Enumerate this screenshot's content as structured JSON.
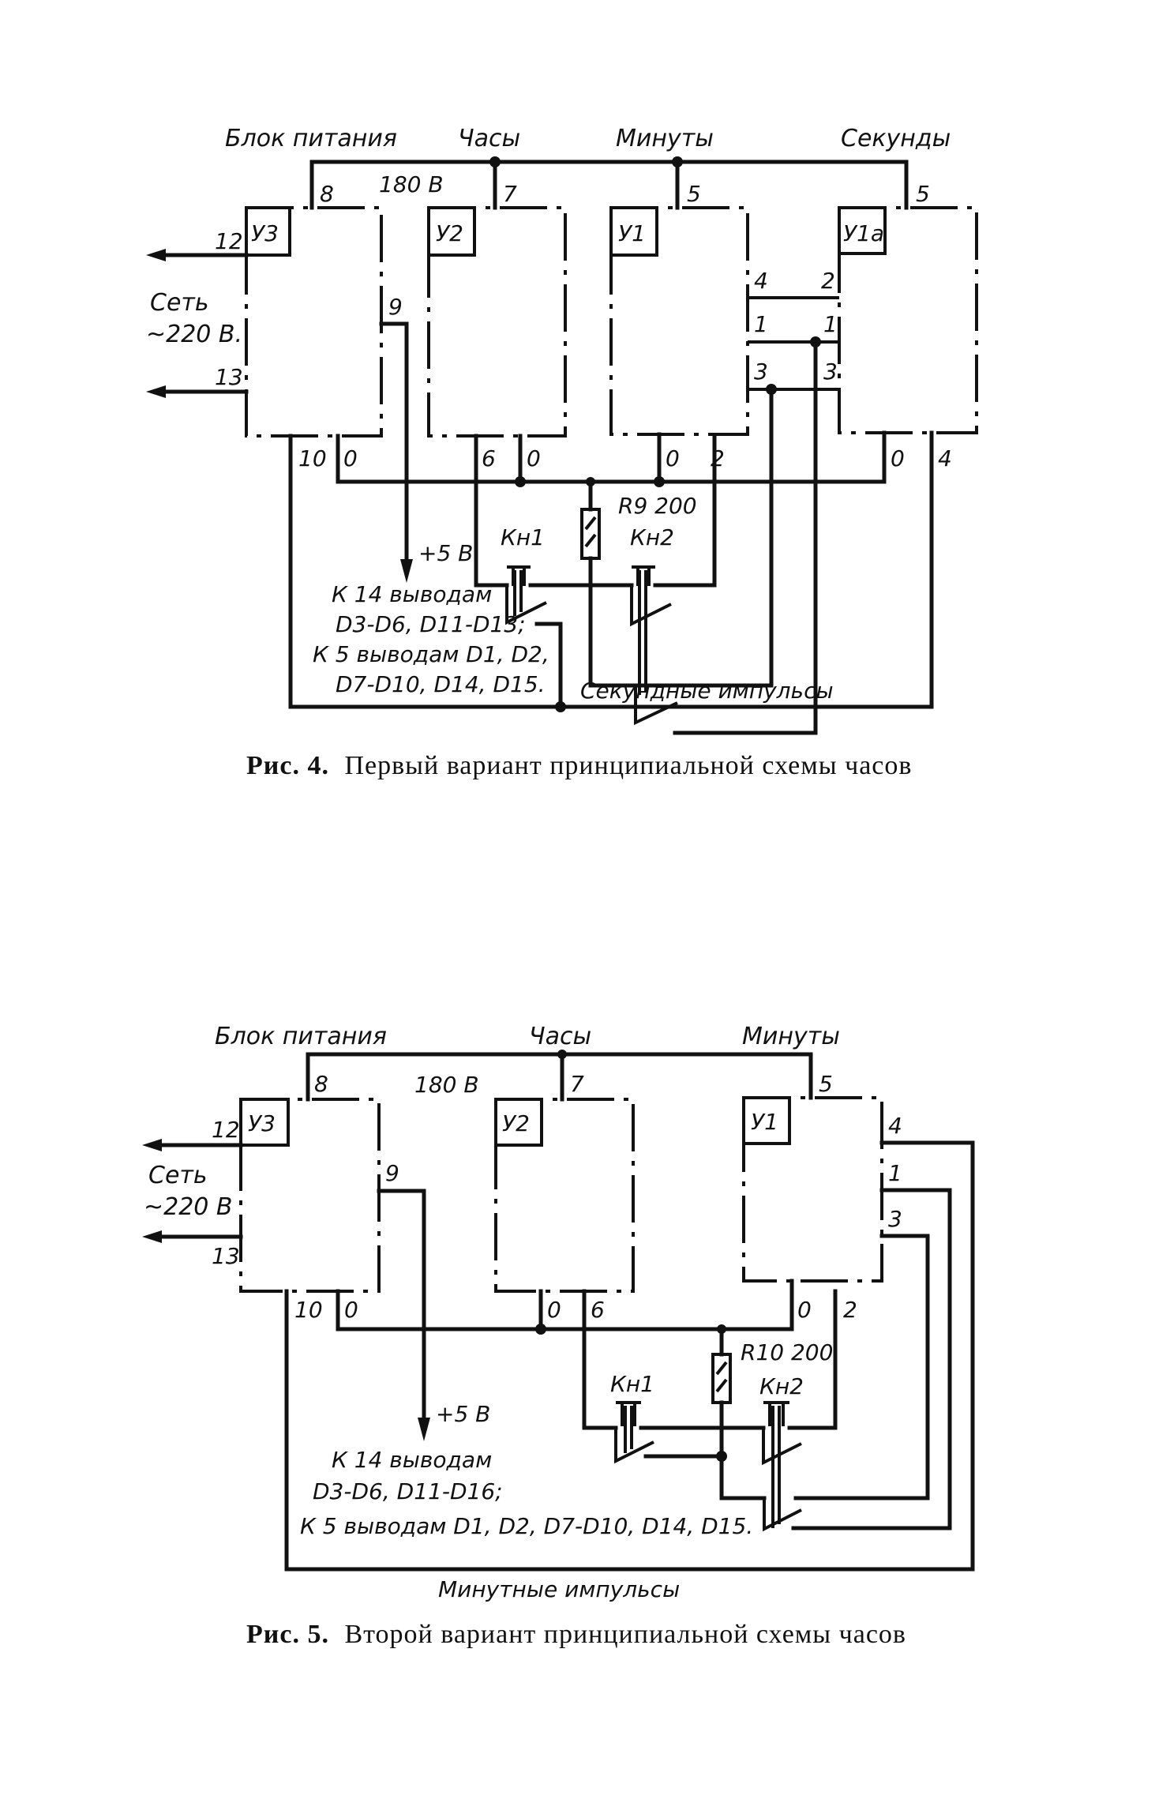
{
  "figures": [
    {
      "id": "fig4",
      "caption_bold": "Рис. 4.",
      "caption_text": "Первый вариант принципиальной схемы часов",
      "headers": {
        "power": "Блок питания",
        "hours": "Часы",
        "minutes": "Минуты",
        "seconds": "Секунды"
      },
      "bus_voltage": "180 В",
      "mains_label_1": "Сеть",
      "mains_label_2": "~220 В.",
      "blocks": {
        "power": "У3",
        "hours": "У2",
        "minutes": "У1",
        "seconds": "У1а"
      },
      "pins": {
        "p8": "8",
        "p7": "7",
        "p5a": "5",
        "p5b": "5",
        "p12": "12",
        "p13": "13",
        "p9": "9",
        "p10": "10",
        "p0a": "0",
        "p6": "6",
        "p0b": "0",
        "p0c": "0",
        "p2": "2",
        "p0d": "0",
        "p4b": "4",
        "m4": "4",
        "m1": "1",
        "m3": "3",
        "s2": "2",
        "s1": "1",
        "s3": "3"
      },
      "resistor": "R9 200",
      "button1": "Кн1",
      "button2": "Кн2",
      "supply": "+5 В",
      "note_lines": [
        "К 14 выводам",
        "D3-D6, D11-D13;",
        "К 5 выводам D1, D2,",
        "D7-D10, D14, D15."
      ],
      "pulse_label": "Секундные импульсы"
    },
    {
      "id": "fig5",
      "caption_bold": "Рис. 5.",
      "caption_text": "Второй вариант принципиальной схемы часов",
      "headers": {
        "power": "Блок питания",
        "hours": "Часы",
        "minutes": "Минуты"
      },
      "bus_voltage": "180 В",
      "mains_label_1": "Сеть",
      "mains_label_2": "~220 В",
      "blocks": {
        "power": "У3",
        "hours": "У2",
        "minutes": "У1"
      },
      "pins": {
        "p8": "8",
        "p7": "7",
        "p5": "5",
        "p12": "12",
        "p13": "13",
        "p9": "9",
        "p10": "10",
        "p0a": "0",
        "p0b": "0",
        "p6": "6",
        "p0c": "0",
        "p2": "2",
        "m4": "4",
        "m1": "1",
        "m3": "3"
      },
      "resistor": "R10 200",
      "button1": "Кн1",
      "button2": "Кн2",
      "supply": "+5 В",
      "note_lines": [
        "К 14 выводам",
        "D3-D6, D11-D16;",
        "К 5 выводам D1, D2, D7-D10, D14, D15."
      ],
      "pulse_label": "Минутные импульсы"
    }
  ]
}
